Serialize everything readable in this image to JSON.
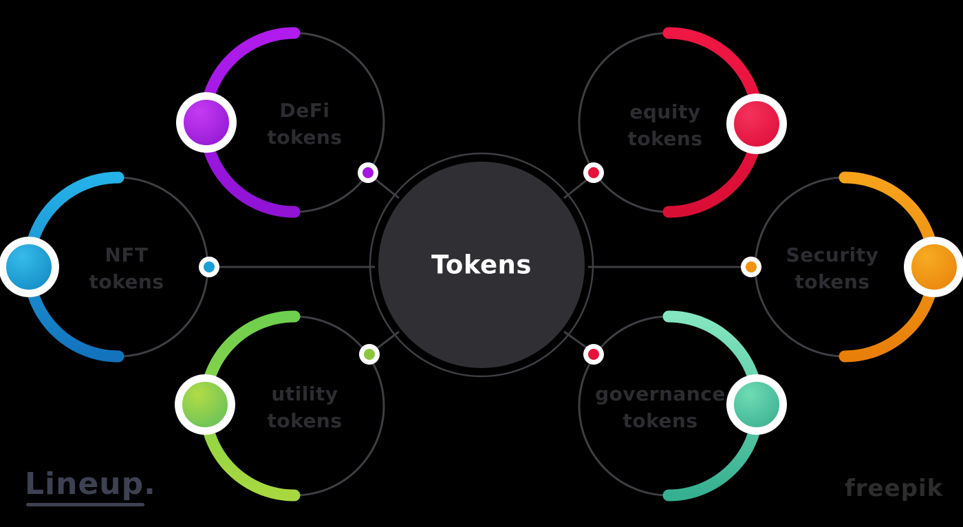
{
  "center": {
    "title": "Tokens"
  },
  "nodes": [
    {
      "position": "top-left",
      "line1": "DeFi",
      "line2": "tokens",
      "accent": "#a816e3",
      "arc_gradient": [
        "#b01ced",
        "#9013d6"
      ],
      "connector_dot_color": "#a816e3"
    },
    {
      "position": "left",
      "line1": "NFT",
      "line2": "tokens",
      "accent": "#1b9fd8",
      "arc_gradient": [
        "#25b2e8",
        "#1373bd"
      ],
      "connector_dot_color": "#1b9fd8"
    },
    {
      "position": "bottom-left",
      "line1": "utility",
      "line2": "tokens",
      "accent": "#8cc63f",
      "arc_gradient": [
        "#6fcf4e",
        "#a8d840"
      ],
      "connector_dot_color": "#8cc63f"
    },
    {
      "position": "top-right",
      "line1": "equity",
      "line2": "tokens",
      "accent": "#e8113c",
      "arc_gradient": [
        "#ef1743",
        "#d90e35"
      ],
      "connector_dot_color": "#e8113c"
    },
    {
      "position": "right",
      "line1": "Security",
      "line2": "tokens",
      "accent": "#f0930f",
      "arc_gradient": [
        "#f6a21b",
        "#e87f09"
      ],
      "connector_dot_color": "#f0930f"
    },
    {
      "position": "bottom-right",
      "line1": "governance",
      "line2": "tokens",
      "accent": "#45c4a0",
      "arc_gradient": [
        "#84e6c0",
        "#36b091"
      ],
      "connector_dot_color": "#e8113c"
    }
  ],
  "watermarks": {
    "brand_logo": "Lineup.",
    "credit": "freepik"
  },
  "style": {
    "background": "#000000",
    "ring_outline": "#3e3e44",
    "connector_line": "#3e3e44",
    "center_circle_fill": "#2f2f34",
    "label_text": "#2c2c31",
    "title_text": "#ffffff"
  }
}
